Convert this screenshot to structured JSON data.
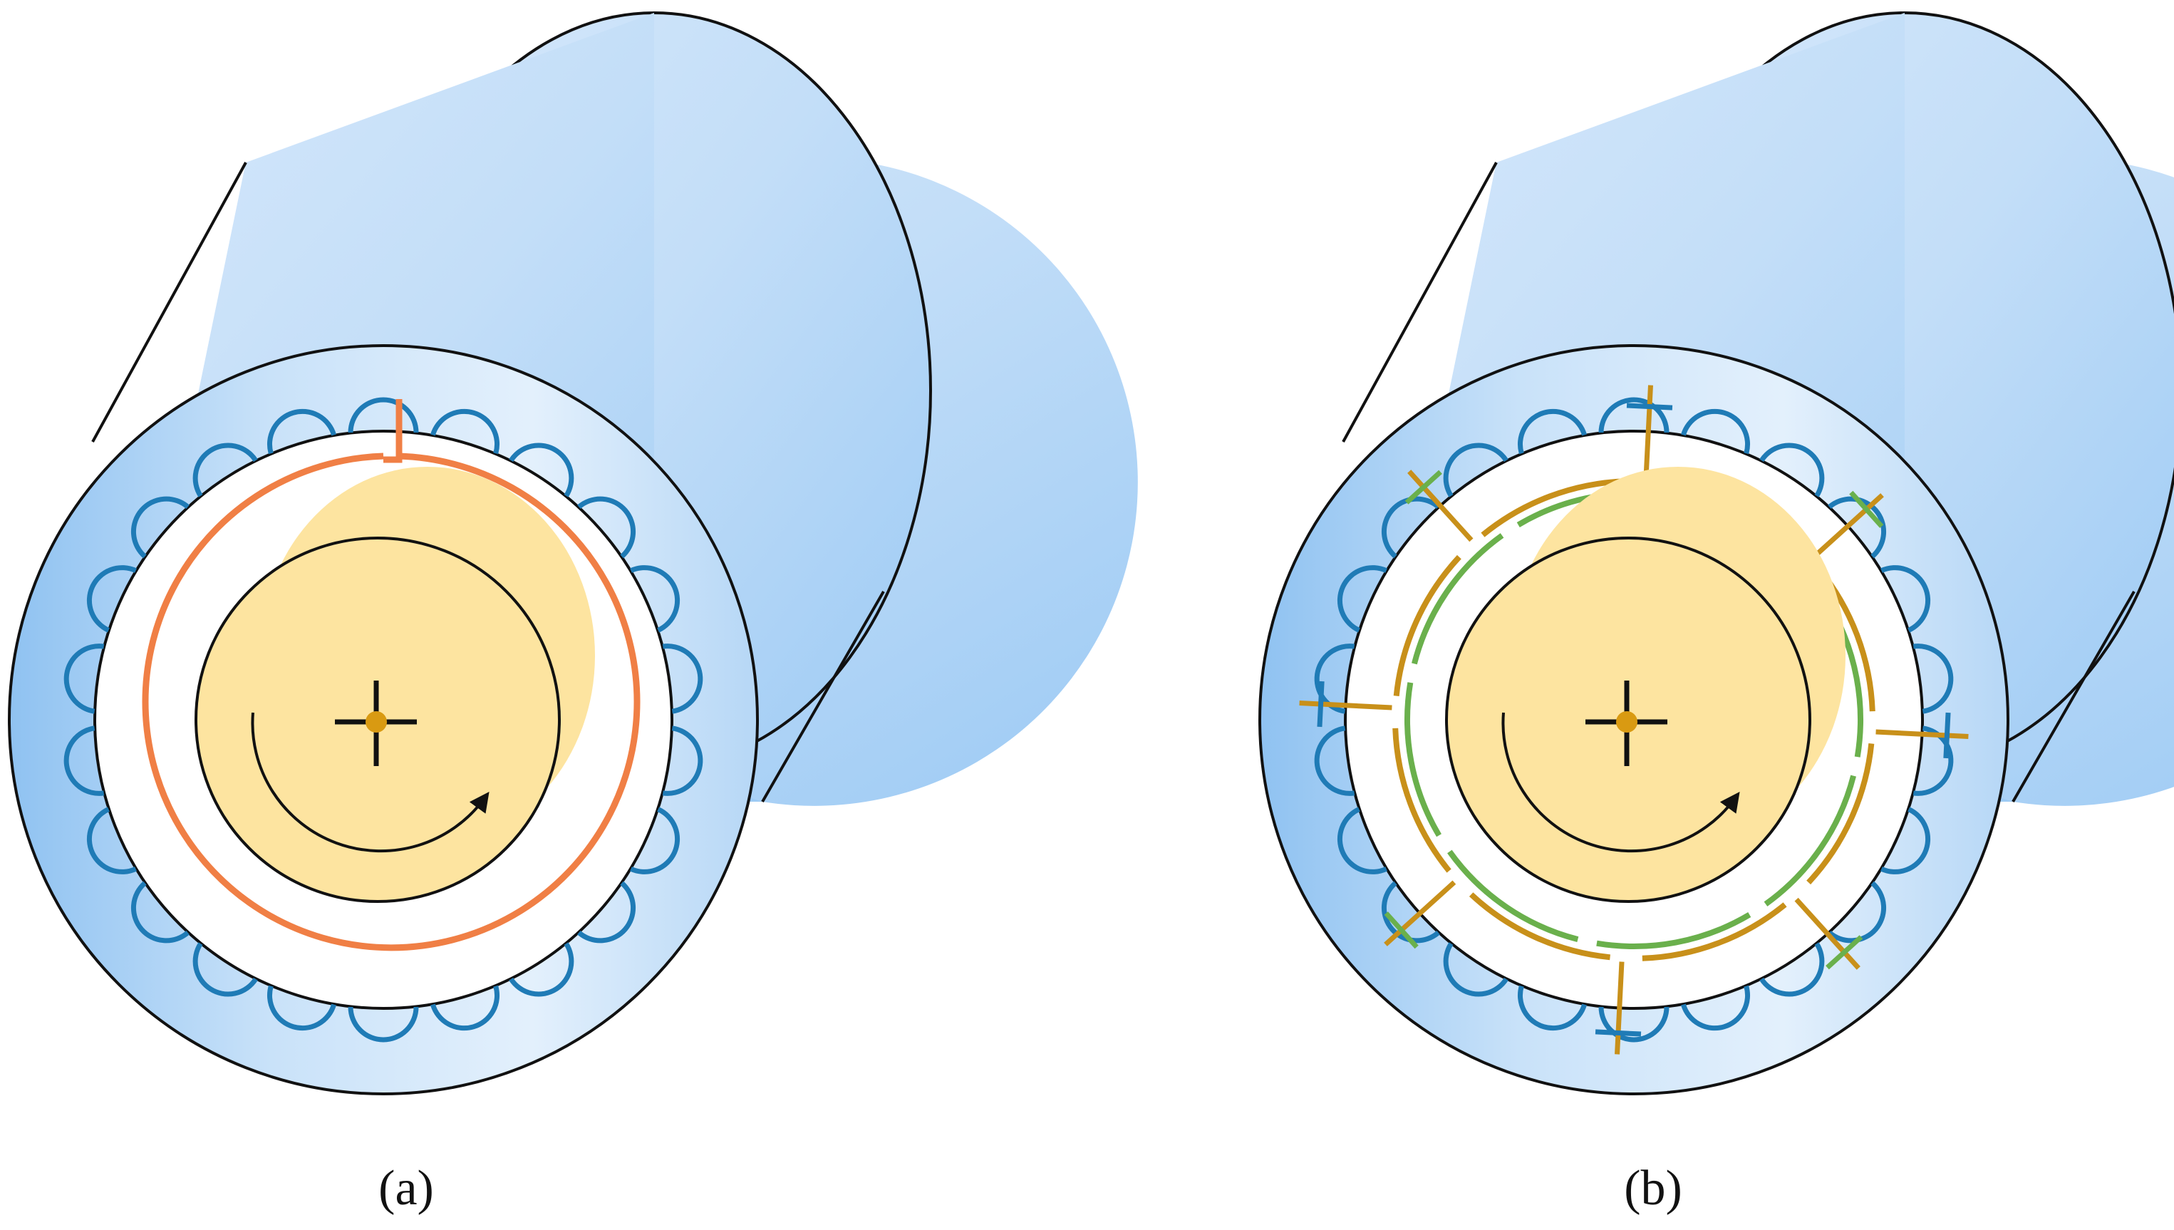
{
  "panels": [
    {
      "id": "a",
      "caption": "(a)",
      "foil_count": 1
    },
    {
      "id": "b",
      "caption": "(b)",
      "foil_count": 3
    }
  ],
  "colors": {
    "housing": "#a9d0f5",
    "housing_light": "#dcecfb",
    "outline": "#111111",
    "bump_foil": "#1f7bb6",
    "top_foil_a": "#f07f45",
    "top_foil_b_outer": "#c8901a",
    "top_foil_b_inner": "#6ab04c",
    "shaft": "#fde4a0",
    "center": "#d99a12"
  },
  "icons": {
    "rotation": "rotation-arrow-icon",
    "center": "crosshair-icon"
  }
}
